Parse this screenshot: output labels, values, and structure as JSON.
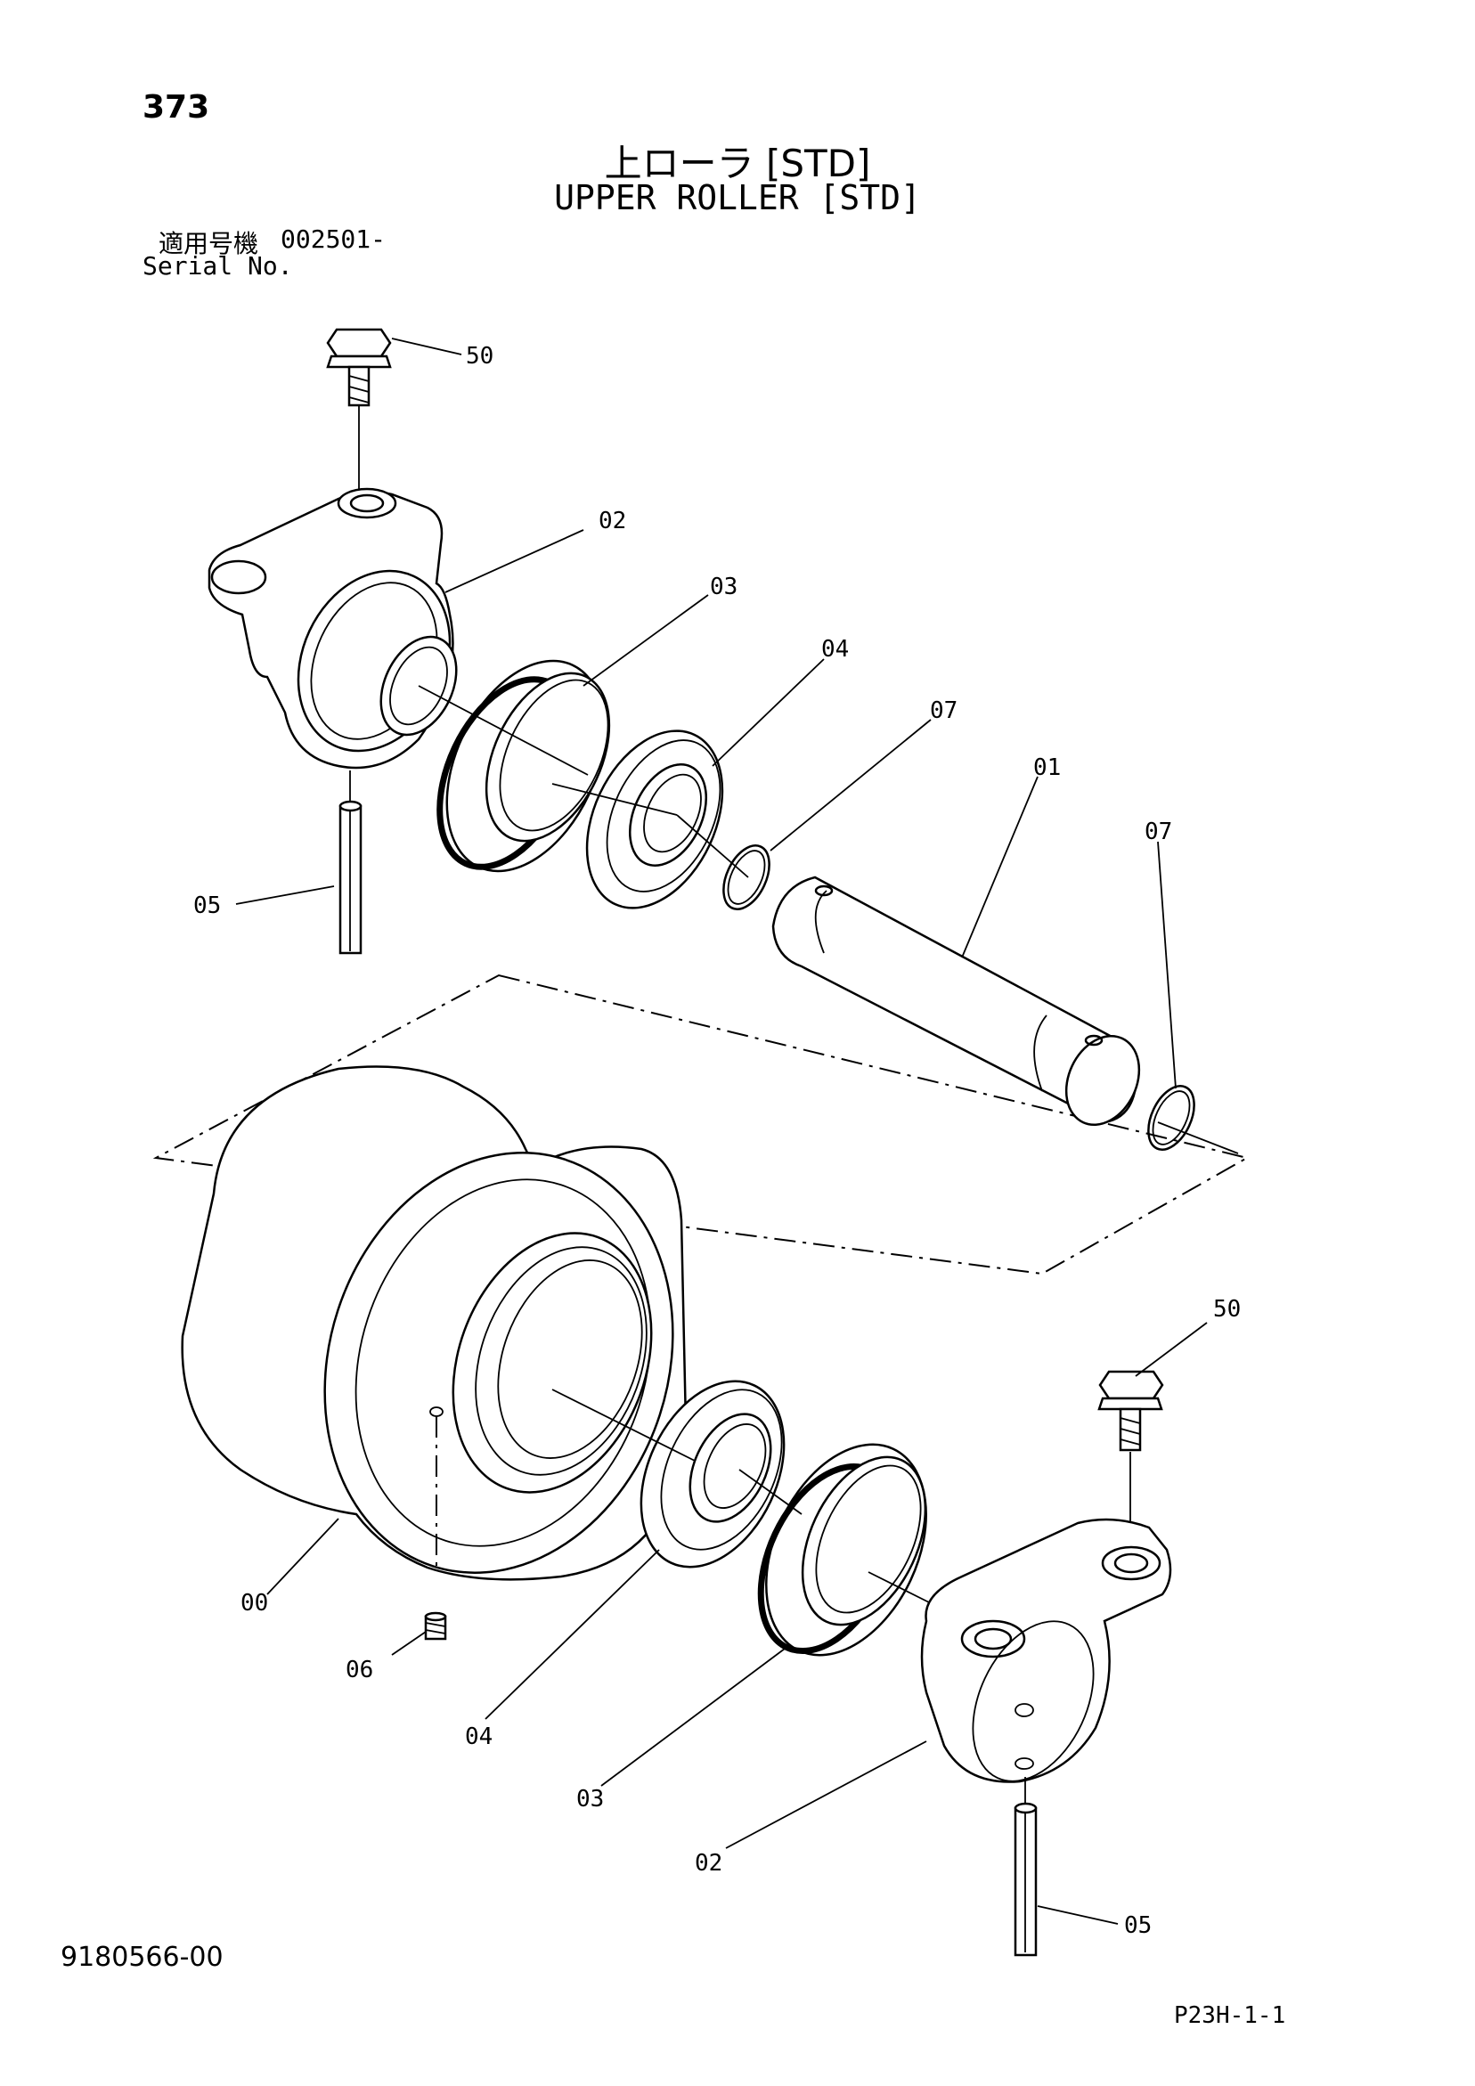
{
  "page_number": "373",
  "title_ja": "上ローラ [STD]",
  "title_en": "UPPER ROLLER [STD]",
  "serial": {
    "label_ja": "適用号機",
    "label_en": "Serial No.",
    "value": "002501-"
  },
  "callouts": [
    {
      "id": "c50-top",
      "label": "50"
    },
    {
      "id": "c02-top",
      "label": "02"
    },
    {
      "id": "c03-top",
      "label": "03"
    },
    {
      "id": "c04-top",
      "label": "04"
    },
    {
      "id": "c07-left",
      "label": "07"
    },
    {
      "id": "c01",
      "label": "01"
    },
    {
      "id": "c07-right",
      "label": "07"
    },
    {
      "id": "c05-top",
      "label": "05"
    },
    {
      "id": "c50-bottom",
      "label": "50"
    },
    {
      "id": "c00",
      "label": "00"
    },
    {
      "id": "c06",
      "label": "06"
    },
    {
      "id": "c04-bottom",
      "label": "04"
    },
    {
      "id": "c03-bottom",
      "label": "03"
    },
    {
      "id": "c02-bottom",
      "label": "02"
    },
    {
      "id": "c05-bottom",
      "label": "05"
    }
  ],
  "doc_number": "9180566-00",
  "page_ref": "P23H-1-1"
}
